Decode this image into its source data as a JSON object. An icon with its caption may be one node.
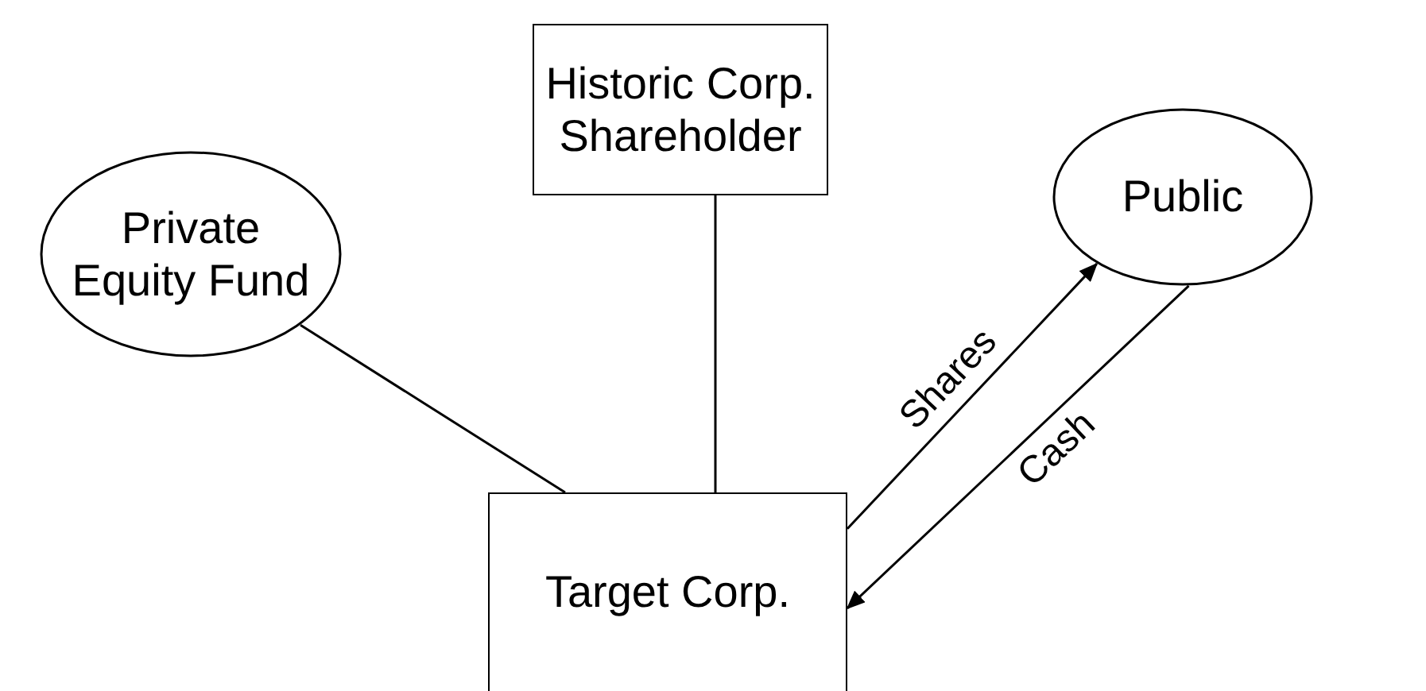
{
  "diagram": {
    "nodes": [
      {
        "text": [
          "Private Equity Fund"
        ]
      },
      {
        "text": [
          "Historic Corp. Shareholder"
        ]
      },
      {
        "text": [
          "Public"
        ]
      },
      {
        "text": [
          "Target Corp."
        ]
      }
    ],
    "edges": [
      {
        "from": 0,
        "to": 3,
        "arrow": "none"
      },
      {
        "from": 1,
        "to": 3,
        "arrow": "none"
      },
      {
        "from": 3,
        "to": 2,
        "arrow": "to",
        "label": "Shares"
      },
      {
        "from": 2,
        "to": 3,
        "arrow": "to",
        "label": "Cash"
      }
    ]
  }
}
